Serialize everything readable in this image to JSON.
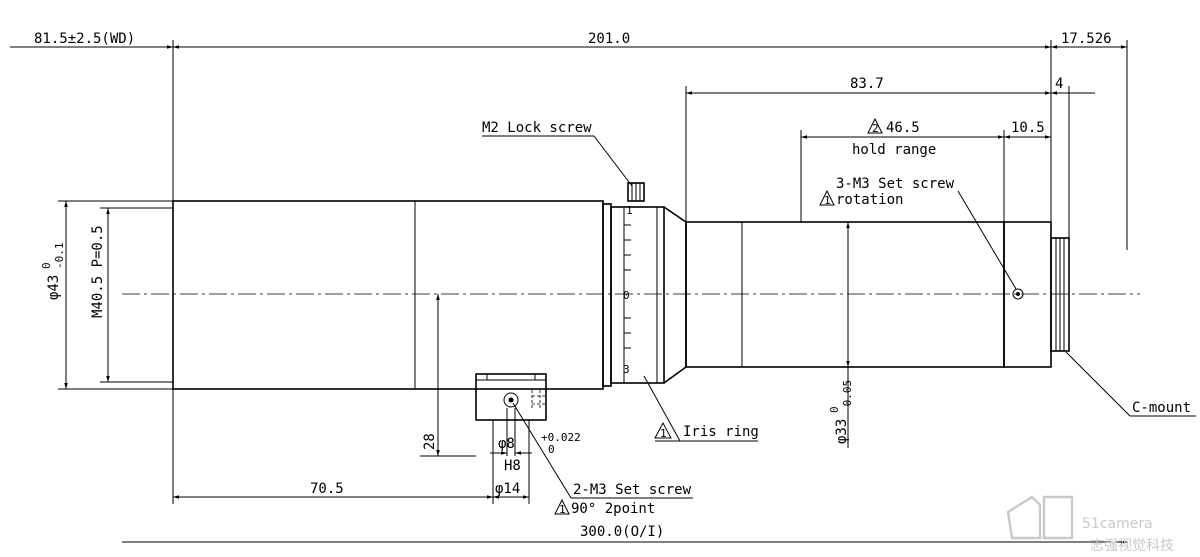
{
  "drawing": {
    "dimensions": {
      "wd": "81.5±2.5(WD)",
      "overall_length": "201.0",
      "rear_offset": "17.526",
      "rear_section": "83.7",
      "flange_4": "4",
      "hold_range_value": "46.5",
      "hold_range_label": "hold range",
      "rear_10_5": "10.5",
      "front_diameter_main": "φ43",
      "front_diameter_upper": "0",
      "front_diameter_lower": "-0.1",
      "thread": "M40.5 P=0.5",
      "height_28": "28",
      "mount_70_5": "70.5",
      "hole_8": "φ8",
      "tol_upper": "+0.022",
      "tol_lower": "0",
      "fit_h8": "H8",
      "boss_14": "φ14",
      "total_length": "300.0(O/I)",
      "rear_diameter_main": "φ33",
      "rear_diameter_upper": "0",
      "rear_diameter_lower": "-0.05"
    },
    "callouts": {
      "lock_screw": "M2 Lock screw",
      "set_screw_3": "3-M3 Set screw",
      "rotation": "rotation",
      "iris_ring": "Iris ring",
      "set_screw_2": "2-M3 Set screw",
      "two_point": "90° 2point",
      "c_mount": "C-mount"
    },
    "markers": {
      "note_1": "1",
      "note_2": "2"
    },
    "scale_marks": {
      "top": "1",
      "mid": "0",
      "bottom": "3"
    },
    "watermark": {
      "brand": "51camera",
      "sub": "志强视觉科技"
    }
  }
}
